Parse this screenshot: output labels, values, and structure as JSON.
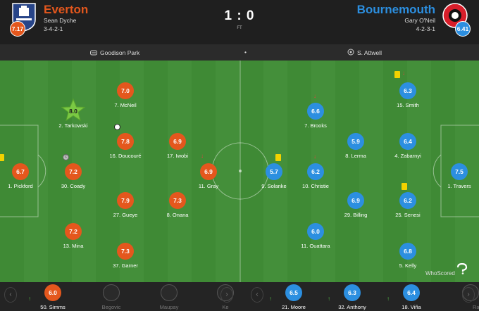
{
  "home": {
    "name": "Everton",
    "manager": "Sean Dyche",
    "formation": "3-4-2-1",
    "rating": "7.17",
    "color": "#e4571d"
  },
  "away": {
    "name": "Bournemouth",
    "manager": "Gary O'Neil",
    "formation": "4-2-3-1",
    "rating": "6.41",
    "color": "#2c8fe0"
  },
  "score": "1 : 0",
  "status": "FT",
  "info": {
    "venue": "Goodison Park",
    "separator": "•",
    "referee": "S. Attwell"
  },
  "home_players": [
    {
      "rating": "6.7",
      "name": "1. Pickford"
    },
    {
      "rating": "7.2",
      "name": "30. Coady"
    },
    {
      "rating": "8.0",
      "name": "2. Tarkowski"
    },
    {
      "rating": "7.2",
      "name": "13. Mina"
    },
    {
      "rating": "7.0",
      "name": "7. McNeil"
    },
    {
      "rating": "7.8",
      "name": "16. Doucouré"
    },
    {
      "rating": "7.9",
      "name": "27. Gueye"
    },
    {
      "rating": "7.3",
      "name": "37. Garner"
    },
    {
      "rating": "6.9",
      "name": "17. Iwobi"
    },
    {
      "rating": "7.3",
      "name": "8. Onana"
    },
    {
      "rating": "6.9",
      "name": "11. Gray"
    }
  ],
  "away_players": [
    {
      "rating": "7.5",
      "name": "1. Travers"
    },
    {
      "rating": "6.3",
      "name": "15. Smith"
    },
    {
      "rating": "6.4",
      "name": "4. Zabarnyi"
    },
    {
      "rating": "6.2",
      "name": "25. Senesi"
    },
    {
      "rating": "6.8",
      "name": "5. Kelly"
    },
    {
      "rating": "5.9",
      "name": "8. Lerma"
    },
    {
      "rating": "6.9",
      "name": "29. Billing"
    },
    {
      "rating": "6.6",
      "name": "7. Brooks"
    },
    {
      "rating": "6.2",
      "name": "10. Christie"
    },
    {
      "rating": "6.0",
      "name": "11. Ouattara"
    },
    {
      "rating": "5.7",
      "name": "9. Solanke"
    }
  ],
  "home_subs": [
    {
      "rating": "6.0",
      "name": "50. Simms"
    },
    {
      "name": "Begovic"
    },
    {
      "name": "Maupay"
    },
    {
      "name": "Ke"
    }
  ],
  "away_subs": [
    {
      "rating": "6.5",
      "name": "21. Moore"
    },
    {
      "rating": "6.3",
      "name": "32. Anthony"
    },
    {
      "rating": "6.4",
      "name": "18. Viña"
    },
    {
      "name": "Ran"
    }
  ],
  "branding": "WhoScored",
  "colors": {
    "pitch": "#3f8a35",
    "star": "#7ac943",
    "yellow_card": "#f2d200"
  }
}
